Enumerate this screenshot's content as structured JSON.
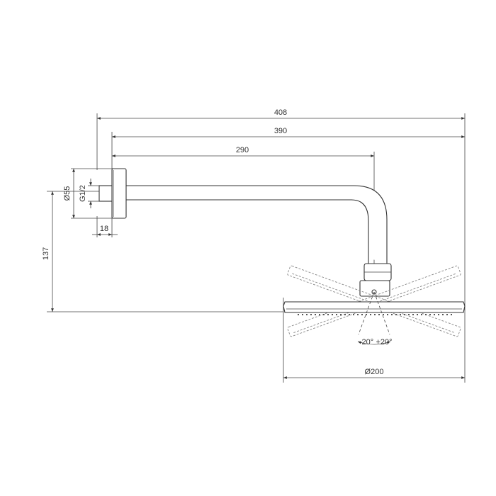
{
  "dimensions": {
    "overall_length": "408",
    "arm_length_from_flange": "390",
    "arm_horizontal": "290",
    "flange_diameter": "Ø55",
    "thread": "G1/2",
    "flange_depth": "18",
    "height": "137",
    "head_diameter": "Ø200",
    "tilt_left": "-20°",
    "tilt_right": "+20°"
  }
}
